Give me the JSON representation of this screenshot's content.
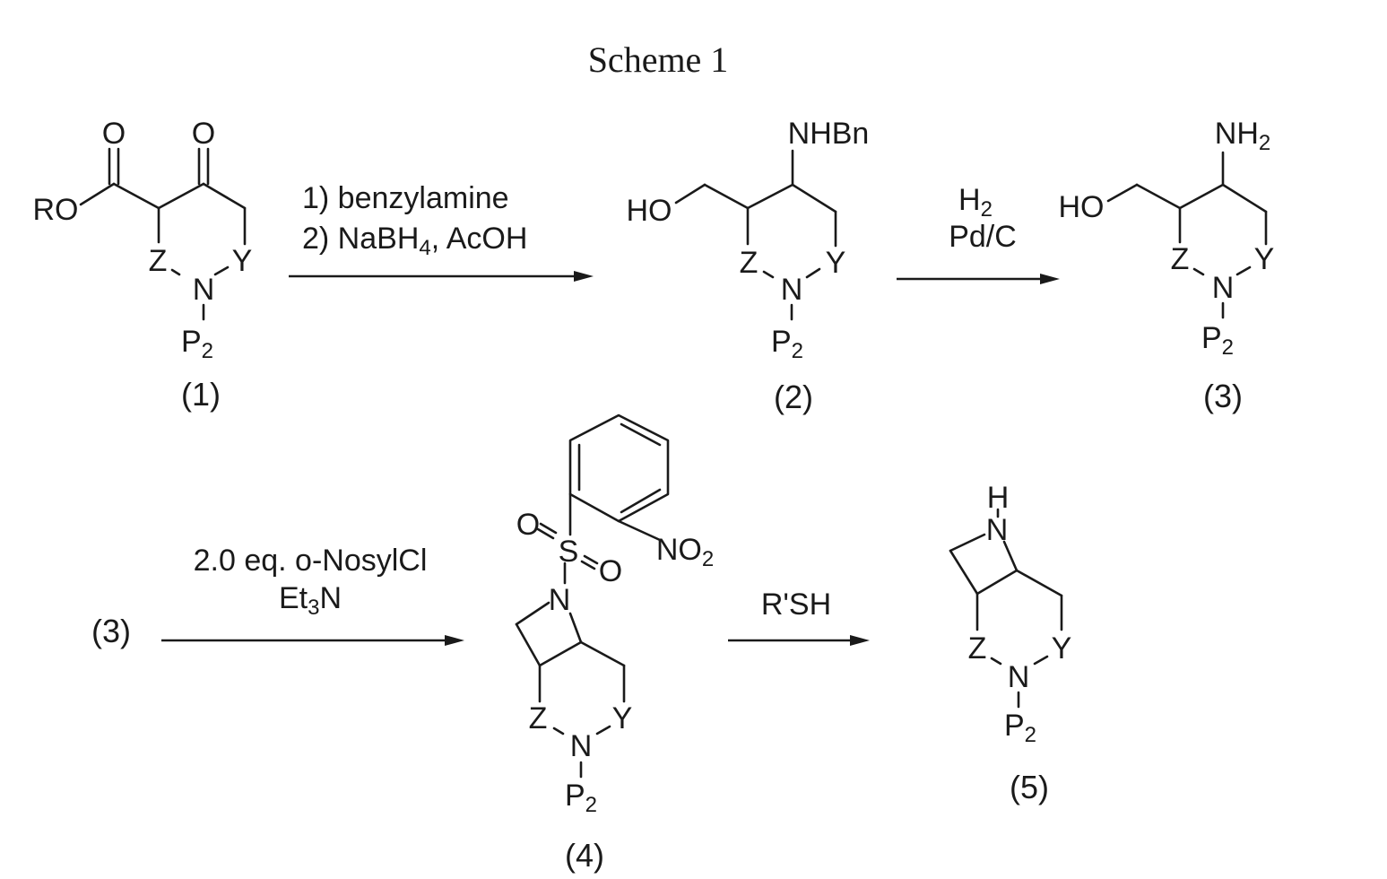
{
  "title": "Scheme 1",
  "compounds": {
    "c1": {
      "label": "(1)",
      "ro": "RO",
      "o1": "O",
      "o2": "O",
      "z": "Z",
      "n": "N",
      "y": "Y",
      "p": "P",
      "p_sub": "2"
    },
    "c2": {
      "label": "(2)",
      "nhbn": "NHBn",
      "ho": "HO",
      "z": "Z",
      "n": "N",
      "y": "Y",
      "p": "P",
      "p_sub": "2"
    },
    "c3": {
      "label": "(3)",
      "nh": "NH",
      "nh_sub": "2",
      "ho": "HO",
      "z": "Z",
      "n": "N",
      "y": "Y",
      "p": "P",
      "p_sub": "2"
    },
    "c3_ref": {
      "label": "(3)"
    },
    "c4": {
      "label": "(4)",
      "o_a": "O",
      "s": "S",
      "o_b": "O",
      "no": "NO",
      "no_sub": "2",
      "n_ring": "N",
      "z": "Z",
      "n": "N",
      "y": "Y",
      "p": "P",
      "p_sub": "2"
    },
    "c5": {
      "label": "(5)",
      "h": "H",
      "n_ring": "N",
      "z": "Z",
      "n": "N",
      "y": "Y",
      "p": "P",
      "p_sub": "2"
    }
  },
  "reactions": {
    "r1": {
      "line1": "1) benzylamine",
      "line2_a": "2) NaBH",
      "line2_sub": "4",
      "line2_b": ",  AcOH"
    },
    "r2": {
      "h": "H",
      "h_sub": "2",
      "line2": "Pd/C"
    },
    "r3": {
      "line1": "2.0 eq. o-NosylCl",
      "et": "Et",
      "et_sub": "3",
      "et_n": "N"
    },
    "r4": {
      "line1": "R'SH"
    }
  }
}
